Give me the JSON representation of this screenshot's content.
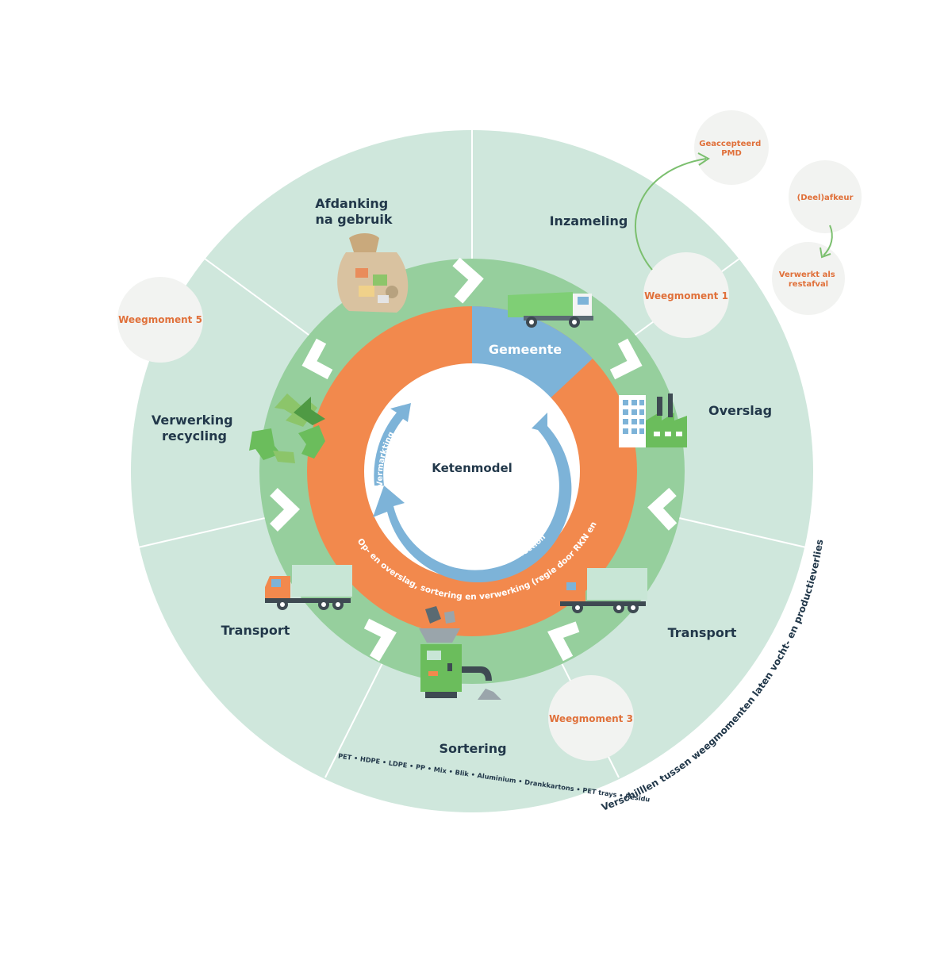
{
  "center_title": "Ketenmodel",
  "orange_ring": {
    "gemeente_label": "Gemeente",
    "arc_text": "Op- en overslag, sortering en verwerking (regie door RKN en Nedvang)"
  },
  "inner_arrows": {
    "vermarkting": "Vermarkting",
    "post_collection": "Post collection"
  },
  "segments": [
    {
      "lines": [
        "Afdanking",
        "na gebruik"
      ]
    },
    {
      "lines": [
        "Inzameling"
      ]
    },
    {
      "lines": [
        "Overslag"
      ]
    },
    {
      "lines": [
        "Transport"
      ]
    },
    {
      "lines": [
        "Sortering"
      ]
    },
    {
      "lines": [
        "Transport"
      ]
    },
    {
      "lines": [
        "Verwerking",
        "recycling"
      ]
    }
  ],
  "bubbles": {
    "weegmoment1": "Weegmoment 1",
    "weegmoment3": "Weegmoment 3",
    "weegmoment5": "Weegmoment 5",
    "geaccepteerd": [
      "Geaccepteerd",
      "PMD"
    ],
    "deelafkeur": "(Deel)afkeur",
    "restafval": [
      "Verwerkt als",
      "restafval"
    ]
  },
  "materials_text": "PET • HDPE • LDPE • PP • Mix • Blik • Aluminium • Drankkartons • PET trays • Residu",
  "outer_arc_text": "Verschilllen tussen weegmomenten laten vocht- en productieverlies zien",
  "icons": [
    "waste-bag-icon",
    "garbage-truck-icon",
    "factory-icon",
    "delivery-truck-icon",
    "sorting-machine-icon",
    "delivery-truck-icon",
    "recycle-icon"
  ],
  "colors": {
    "outer_ring": "#cfe7dc",
    "middle_ring": "#96cf9d",
    "orange": "#f2894d",
    "blue": "#7db3d8",
    "bubble": "#f2f3f1",
    "accent": "#e0703a",
    "navy": "#22384a"
  }
}
